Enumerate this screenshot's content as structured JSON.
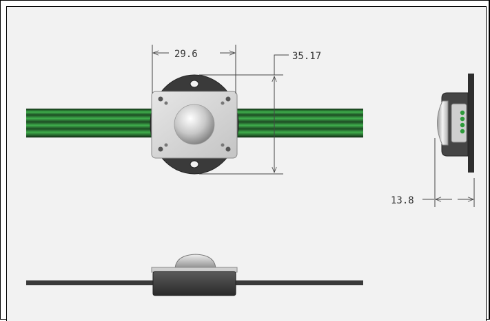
{
  "dimensions": {
    "width": "29.6",
    "height": "35.17",
    "depth": "13.8"
  },
  "colors": {
    "background": "#f2f2f2",
    "cable_green": "#2d9a3a",
    "cable_dark": "#1a3a1e",
    "housing_dark": "#3a3a3a",
    "plate_light": "#d9d9d9",
    "dimension_line": "#444444"
  }
}
